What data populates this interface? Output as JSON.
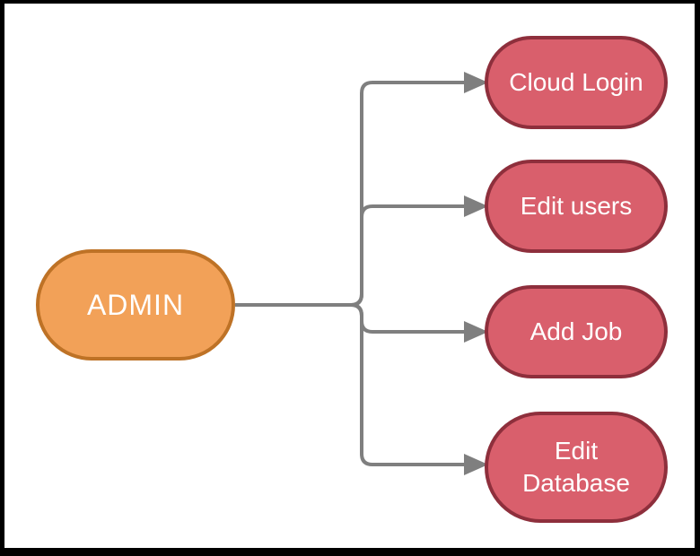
{
  "diagram": {
    "root": {
      "label": "ADMIN"
    },
    "children": [
      {
        "lines": [
          "Cloud Login"
        ]
      },
      {
        "lines": [
          "Edit users"
        ]
      },
      {
        "lines": [
          "Add Job"
        ]
      },
      {
        "lines": [
          "Edit",
          "Database"
        ]
      }
    ],
    "colors": {
      "root_fill": "#F2A158",
      "root_border": "#BE7226",
      "child_fill": "#D95F6C",
      "child_border": "#8E2F3C",
      "connector": "#7F7F7F",
      "text": "#FFFFFF",
      "frame_border": "#000000",
      "background": "#FFFFFF"
    }
  }
}
